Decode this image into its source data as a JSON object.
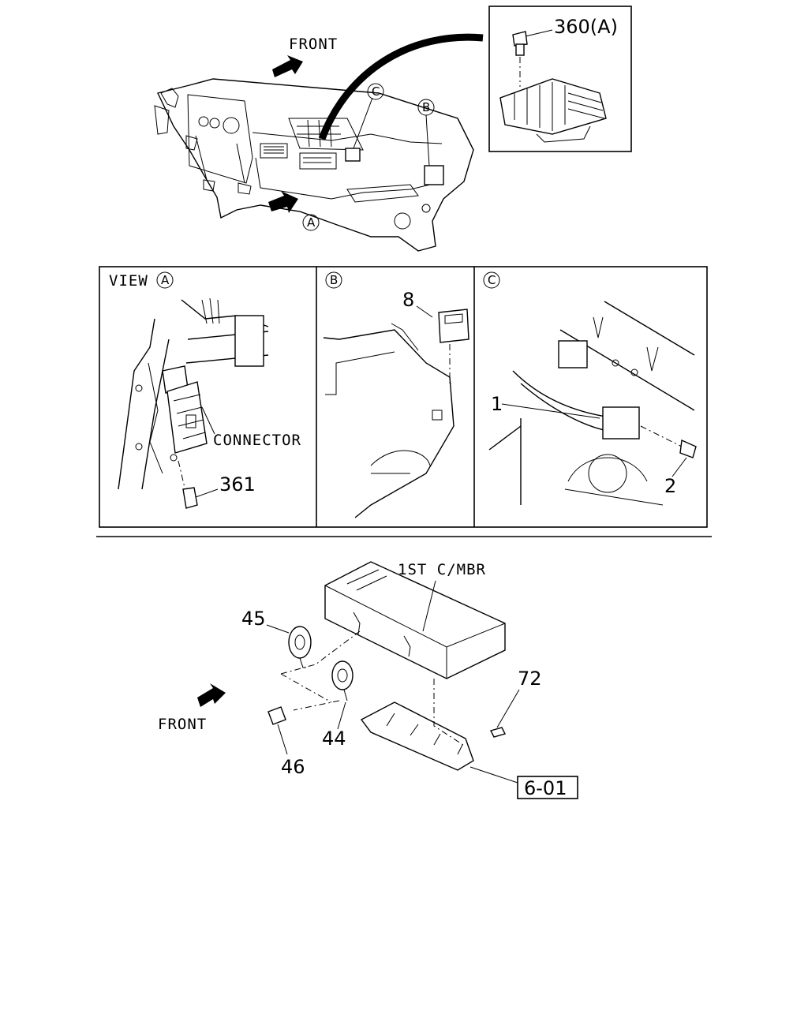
{
  "top_view": {
    "front_label": "FRONT",
    "callout_a": "A",
    "callout_b": "B",
    "callout_c": "C",
    "inset_part": "360(A)"
  },
  "view_a": {
    "title": "VIEW",
    "title_circle": "A",
    "connector_label": "CONNECTOR",
    "part": "361"
  },
  "view_b": {
    "title_circle": "B",
    "part": "8"
  },
  "view_c": {
    "title_circle": "C",
    "part_relay": "1",
    "part_bolt": "2"
  },
  "horn_view": {
    "member_label": "1ST C/MBR",
    "front_label": "FRONT",
    "parts": [
      "45",
      "44",
      "46",
      "72"
    ],
    "ref_box": "6-01"
  }
}
